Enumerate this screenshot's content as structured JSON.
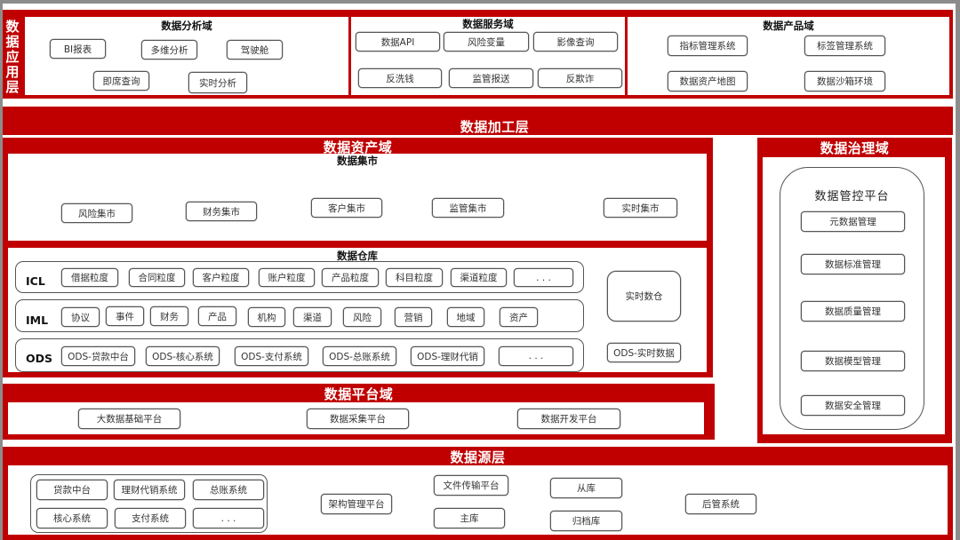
{
  "application_layer": {
    "title": "数据应用层",
    "analysis_domain": {
      "title": "数据分析域",
      "items": [
        "BI报表",
        "多维分析",
        "驾驶舱",
        "即席查询",
        "实时分析"
      ]
    },
    "service_domain": {
      "title": "数据服务域",
      "items": [
        "数据API",
        "风险变量",
        "影像查询",
        "反洗钱",
        "监管报送",
        "反欺诈"
      ]
    },
    "product_domain": {
      "title": "数据产品域",
      "items": [
        "指标管理系统",
        "标签管理系统",
        "数据资产地图",
        "数据沙箱环境"
      ]
    }
  },
  "processing_layer": {
    "title": "数据加工层",
    "asset_domain": {
      "title": "数据资产域",
      "data_mart": {
        "title": "数据集市",
        "items": [
          "风险集市",
          "财务集市",
          "客户集市",
          "监管集市",
          "实时集市"
        ]
      },
      "data_warehouse": {
        "title": "数据仓库",
        "icl": {
          "label": "ICL",
          "items": [
            "借据粒度",
            "合同粒度",
            "客户粒度",
            "账户粒度",
            "产品粒度",
            "科目粒度",
            "渠道粒度",
            ". . ."
          ]
        },
        "iml": {
          "label": "IML",
          "items": [
            "协议",
            "事件",
            "财务",
            "产品",
            "机构",
            "渠道",
            "风险",
            "营销",
            "地域",
            "资产"
          ]
        },
        "ods": {
          "label": "ODS",
          "items": [
            "ODS-贷款中台",
            "ODS-核心系统",
            "ODS-支付系统",
            "ODS-总账系统",
            "ODS-理财代销",
            ". . ."
          ]
        },
        "realtime_warehouse": "实时数仓",
        "realtime_ods": "ODS-实时数据"
      }
    },
    "platform_domain": {
      "title": "数据平台域",
      "items": [
        "大数据基础平台",
        "数据采集平台",
        "数据开发平台"
      ]
    },
    "governance_domain": {
      "title": "数据治理域",
      "platform_title": "数据管控平台",
      "items": [
        "元数据管理",
        "数据标准管理",
        "数据质量管理",
        "数据模型管理",
        "数据安全管理"
      ]
    }
  },
  "source_layer": {
    "title": "数据源层",
    "business_systems": [
      "贷款中台",
      "理财代销系统",
      "总账系统",
      "核心系统",
      "支付系统",
      ". . ."
    ],
    "architecture_platform": "架构管理平台",
    "file_transfer": "文件传输平台",
    "main_db": "主库",
    "replica_db": "从库",
    "archive_db": "归档库",
    "backend_system": "后管系统"
  },
  "colors": {
    "accent": "#c00000",
    "frame": "#8c8c8c",
    "box_border": "#555555"
  }
}
